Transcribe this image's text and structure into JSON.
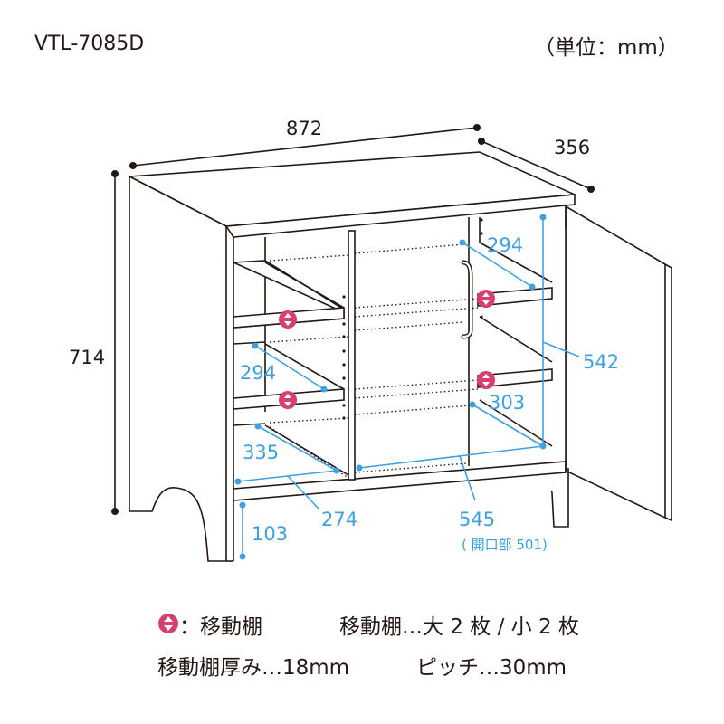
{
  "header": {
    "model": "VTL-7085D",
    "unit": "（単位：mm）"
  },
  "dimensions": {
    "width": "872",
    "depth": "356",
    "height": "714",
    "shelf_depth_right_top": "294",
    "inner_height_right": "542",
    "shelf_depth_right_bottom": "303",
    "inner_width_right": "545",
    "opening_note": "( 開口部 501)",
    "shelf_depth_left": "294",
    "bottom_depth_left": "335",
    "inner_width_left": "274",
    "floor_clearance": "103"
  },
  "legend": {
    "icon": "movable-shelf-icon",
    "icon_label": "：移動棚",
    "shelves": "移動棚…大 2 枚 / 小 2 枚",
    "thickness": "移動棚厚み…18mm",
    "pitch": "ピッチ…30mm"
  },
  "colors": {
    "dimension": "#3fa0e0",
    "shelf_marker": "#d6406f",
    "line": "#231815"
  }
}
